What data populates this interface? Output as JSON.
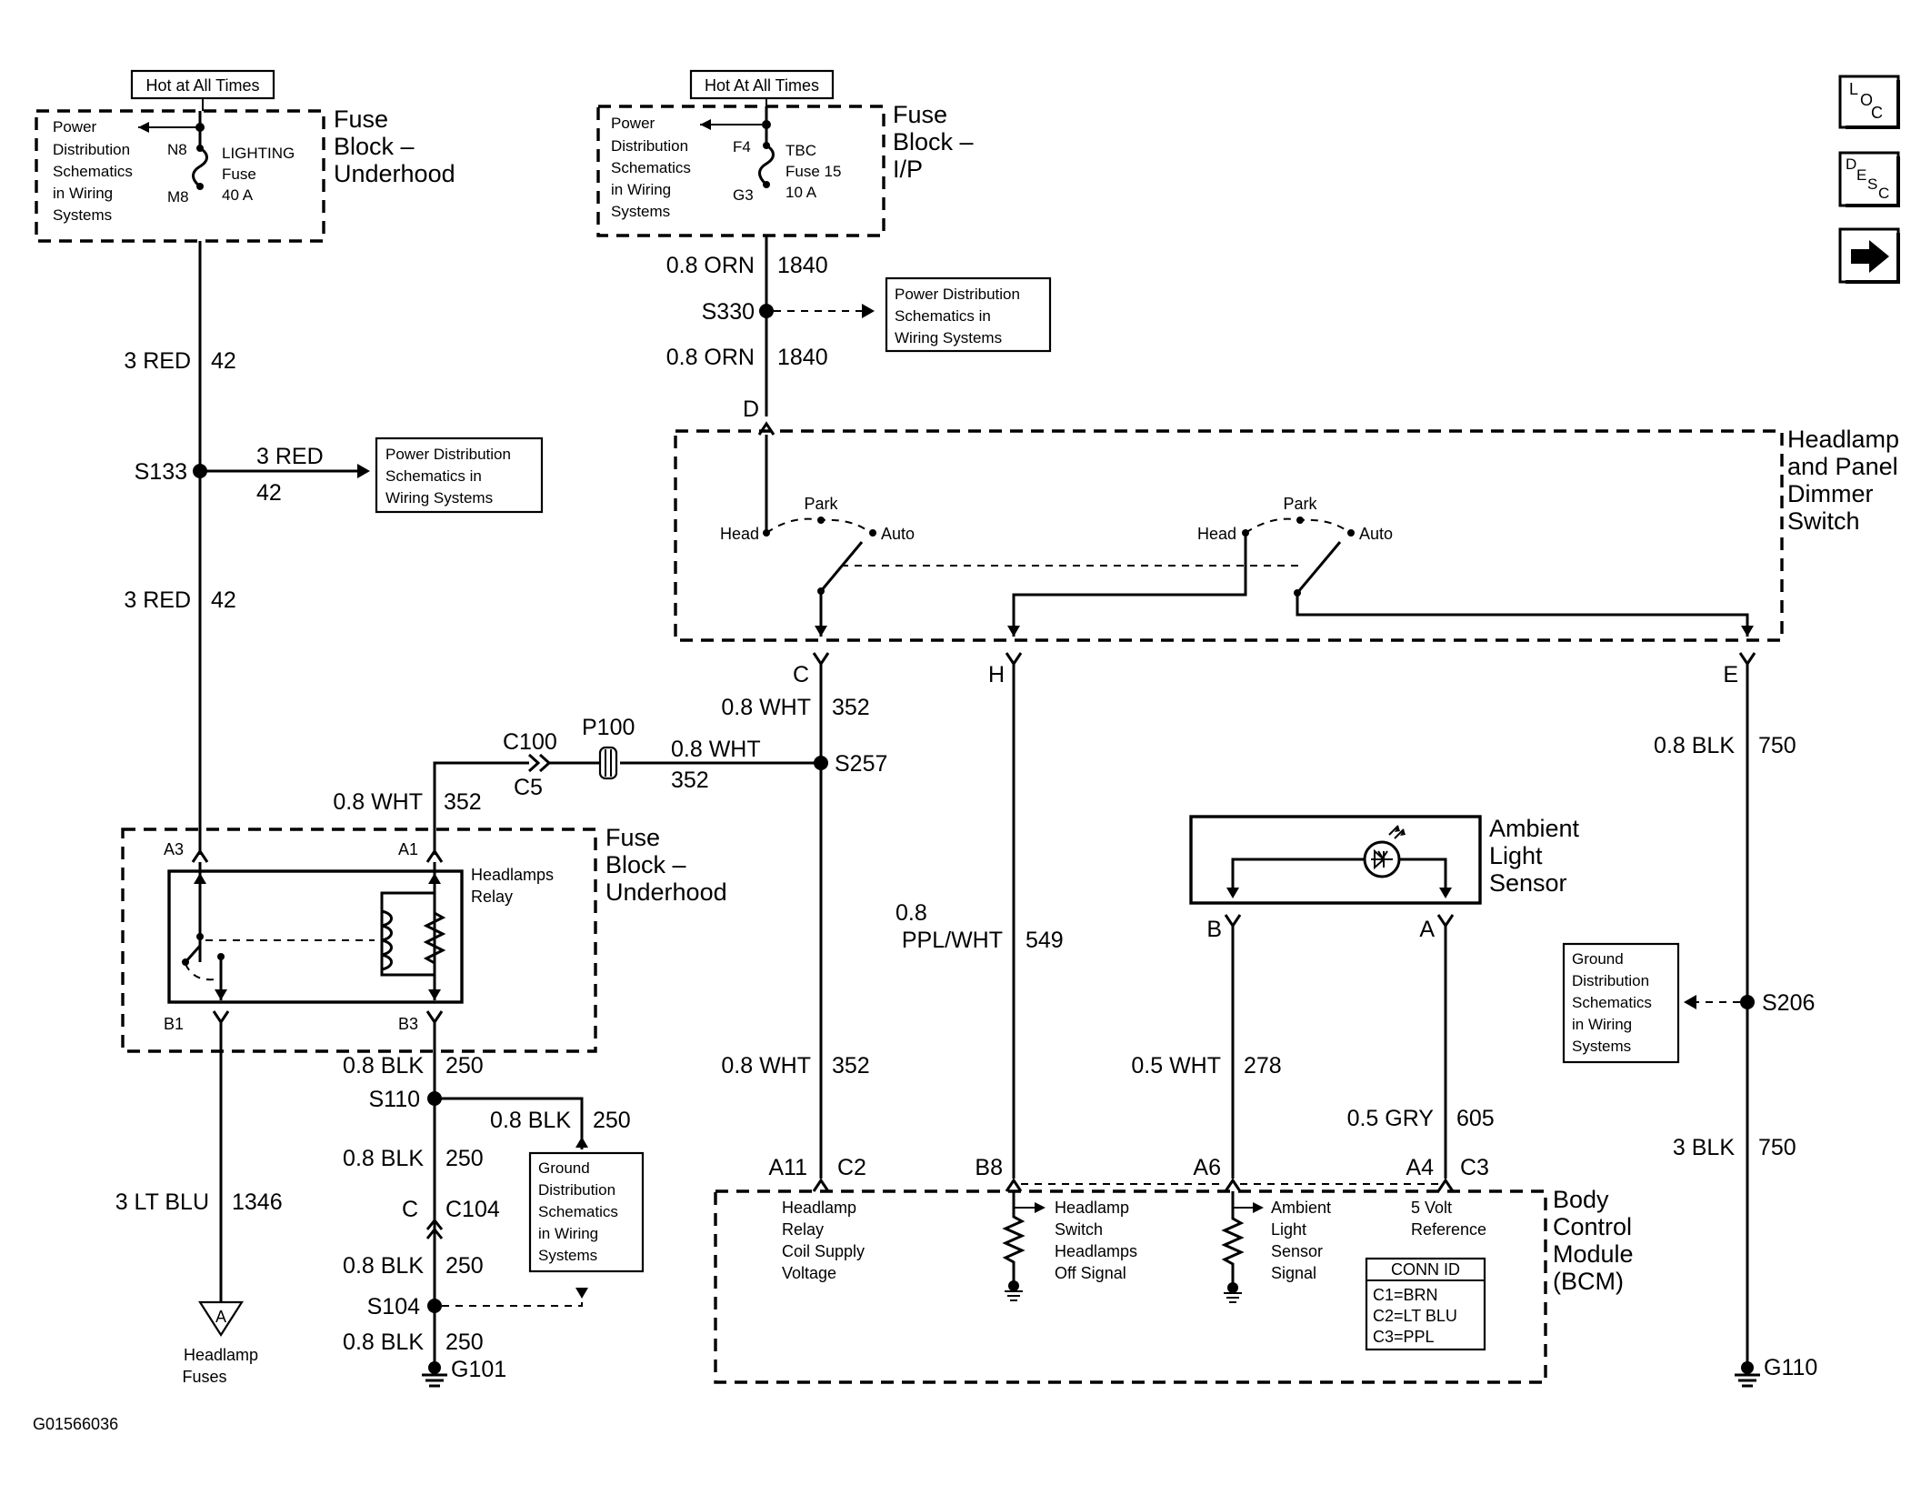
{
  "top_left": {
    "hot_tag": "Hot at All Times",
    "power_ref": [
      "Power",
      "Distribution",
      "Schematics",
      "in Wiring",
      "Systems"
    ],
    "pin_n8": "N8",
    "pin_m8": "M8",
    "fuse_label": [
      "LIGHTING",
      "Fuse",
      "40 A"
    ],
    "block_label": [
      "Fuse",
      "Block –",
      "Underhood"
    ]
  },
  "top_mid": {
    "hot_tag": "Hot At All Times",
    "power_ref": [
      "Power",
      "Distribution",
      "Schematics",
      "in Wiring",
      "Systems"
    ],
    "pin_f4": "F4",
    "pin_g3": "G3",
    "fuse_label": [
      "TBC",
      "Fuse 15",
      "10 A"
    ],
    "block_label": [
      "Fuse",
      "Block –",
      "I/P"
    ]
  },
  "wires": {
    "red_upper": {
      "gauge": "3 RED",
      "circuit": "42"
    },
    "red_branch": {
      "gauge": "3 RED",
      "circuit": "42"
    },
    "red_lower": {
      "gauge": "3 RED",
      "circuit": "42"
    },
    "orn_upper": {
      "gauge": "0.8 ORN",
      "circuit": "1840"
    },
    "orn_lower": {
      "gauge": "0.8 ORN",
      "circuit": "1840"
    },
    "wht_c": {
      "gauge": "0.8 WHT",
      "circuit": "352"
    },
    "wht_s257": {
      "gauge": "0.8 WHT",
      "circuit": "352"
    },
    "wht_relay": {
      "gauge": "0.8 WHT",
      "circuit": "352"
    },
    "wht_bcm": {
      "gauge": "0.8 WHT",
      "circuit": "352"
    },
    "ppl": {
      "gauge1": "0.8",
      "gauge2": "PPL/WHT",
      "circuit": "549"
    },
    "blk_e": {
      "gauge": "0.8 BLK",
      "circuit": "750"
    },
    "blk_g110": {
      "gauge": "3 BLK",
      "circuit": "750"
    },
    "wht278": {
      "gauge": "0.5 WHT",
      "circuit": "278"
    },
    "gry605": {
      "gauge": "0.5 GRY",
      "circuit": "605"
    },
    "ltblu": {
      "gauge": "3 LT BLU",
      "circuit": "1346"
    },
    "blk_b3": {
      "gauge": "0.8 BLK",
      "circuit": "250"
    },
    "blk_s110_branch": {
      "gauge": "0.8 BLK",
      "circuit": "250"
    },
    "blk_c104_upper": {
      "gauge": "0.8 BLK",
      "circuit": "250"
    },
    "blk_c104_lower": {
      "gauge": "0.8 BLK",
      "circuit": "250"
    },
    "blk_g101": {
      "gauge": "0.8 BLK",
      "circuit": "250"
    }
  },
  "splices": {
    "s133": "S133",
    "s330": "S330",
    "s257": "S257",
    "s110": "S110",
    "s104": "S104",
    "s206": "S206"
  },
  "grounds": {
    "g101": "G101",
    "g110": "G110"
  },
  "connectors": {
    "c100": "C100",
    "p100": "P100",
    "c5": "C5",
    "c104_pin": "C",
    "c104": "C104",
    "a3": "A3",
    "a1": "A1",
    "b1": "B1",
    "b3": "B3"
  },
  "power_ref_s330": [
    "Power Distribution",
    "Schematics in",
    "Wiring Systems"
  ],
  "power_ref_s133": [
    "Power Distribution",
    "Schematics in",
    "Wiring Systems"
  ],
  "ground_ref_left": [
    "Ground",
    "Distribution",
    "Schematics",
    "in Wiring",
    "Systems"
  ],
  "ground_ref_right": [
    "Ground",
    "Distribution",
    "Schematics",
    "in Wiring",
    "Systems"
  ],
  "switch": {
    "title": [
      "Headlamp",
      "and Panel",
      "Dimmer",
      "Switch"
    ],
    "pin_d": "D",
    "pin_c": "C",
    "pin_h": "H",
    "pin_e": "E",
    "head": "Head",
    "park": "Park",
    "auto": "Auto"
  },
  "relay": {
    "label": [
      "Headlamps",
      "Relay"
    ],
    "block_label": [
      "Fuse",
      "Block –",
      "Underhood"
    ]
  },
  "sensor": {
    "title": [
      "Ambient",
      "Light",
      "Sensor"
    ],
    "pin_b": "B",
    "pin_a": "A"
  },
  "bcm": {
    "title": [
      "Body",
      "Control",
      "Module",
      "(BCM)"
    ],
    "pin_a11": "A11",
    "conn_c2": "C2",
    "pin_b8": "B8",
    "pin_a6": "A6",
    "pin_a4": "A4",
    "conn_c3": "C3",
    "desc_a11": [
      "Headlamp",
      "Relay",
      "Coil Supply",
      "Voltage"
    ],
    "desc_b8": [
      "Headlamp",
      "Switch",
      "Headlamps",
      "Off Signal"
    ],
    "desc_a6": [
      "Ambient",
      "Light",
      "Sensor",
      "Signal"
    ],
    "desc_a4": [
      "5 Volt",
      "Reference"
    ],
    "conn_id_title": "CONN ID",
    "conn_id": [
      "C1=BRN",
      "C2=LT BLU",
      "C3=PPL"
    ]
  },
  "headlamp_fuses": {
    "symbol": "A",
    "label": [
      "Headlamp",
      "Fuses"
    ]
  },
  "figure_id": "G01566036",
  "nav": {
    "loc": {
      "l": "L",
      "o": "O",
      "c": "C"
    },
    "desc": {
      "d": "D",
      "e": "E",
      "s": "S",
      "c": "C"
    },
    "next_icon": "arrow-right-icon"
  }
}
